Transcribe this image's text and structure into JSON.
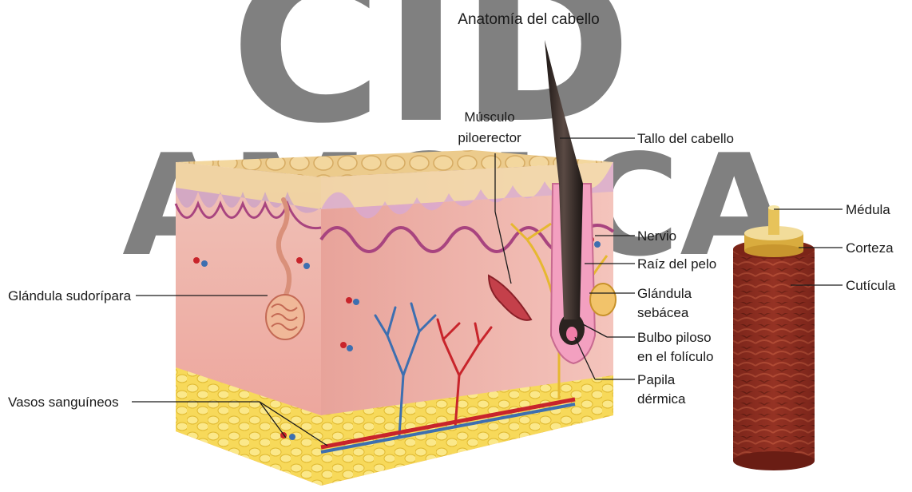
{
  "title": "Anatomía del cabello",
  "watermark": {
    "text_top": "CID",
    "text_mid": "AMOLCA",
    "color_red": "#e8a0a8",
    "color_blue": "#9fc8d8"
  },
  "labels": {
    "musculo_line1": "Músculo",
    "musculo_line2": "piloerector",
    "tallo": "Tallo del cabello",
    "nervio": "Nervio",
    "raiz": "Raíz del pelo",
    "glandula_seb_line1": "Glándula",
    "glandula_seb_line2": "sebácea",
    "bulbo_line1": "Bulbo piloso",
    "bulbo_line2": "en el folículo",
    "papila_line1": "Papila",
    "papila_line2": "dérmica",
    "glandula_sud": "Glándula sudorípara",
    "vasos": "Vasos sanguíneos",
    "medula": "Médula",
    "corteza": "Corteza",
    "cuticula": "Cutícula"
  },
  "colors": {
    "epidermis": "#e9c98a",
    "dermis": "#f2b7b0",
    "fat": "#f6d450",
    "hair": "#2b2320",
    "artery": "#c8242b",
    "vein": "#3d6fb0",
    "cuticle": "#8a2a1e",
    "cortex": "#e4c15a"
  }
}
